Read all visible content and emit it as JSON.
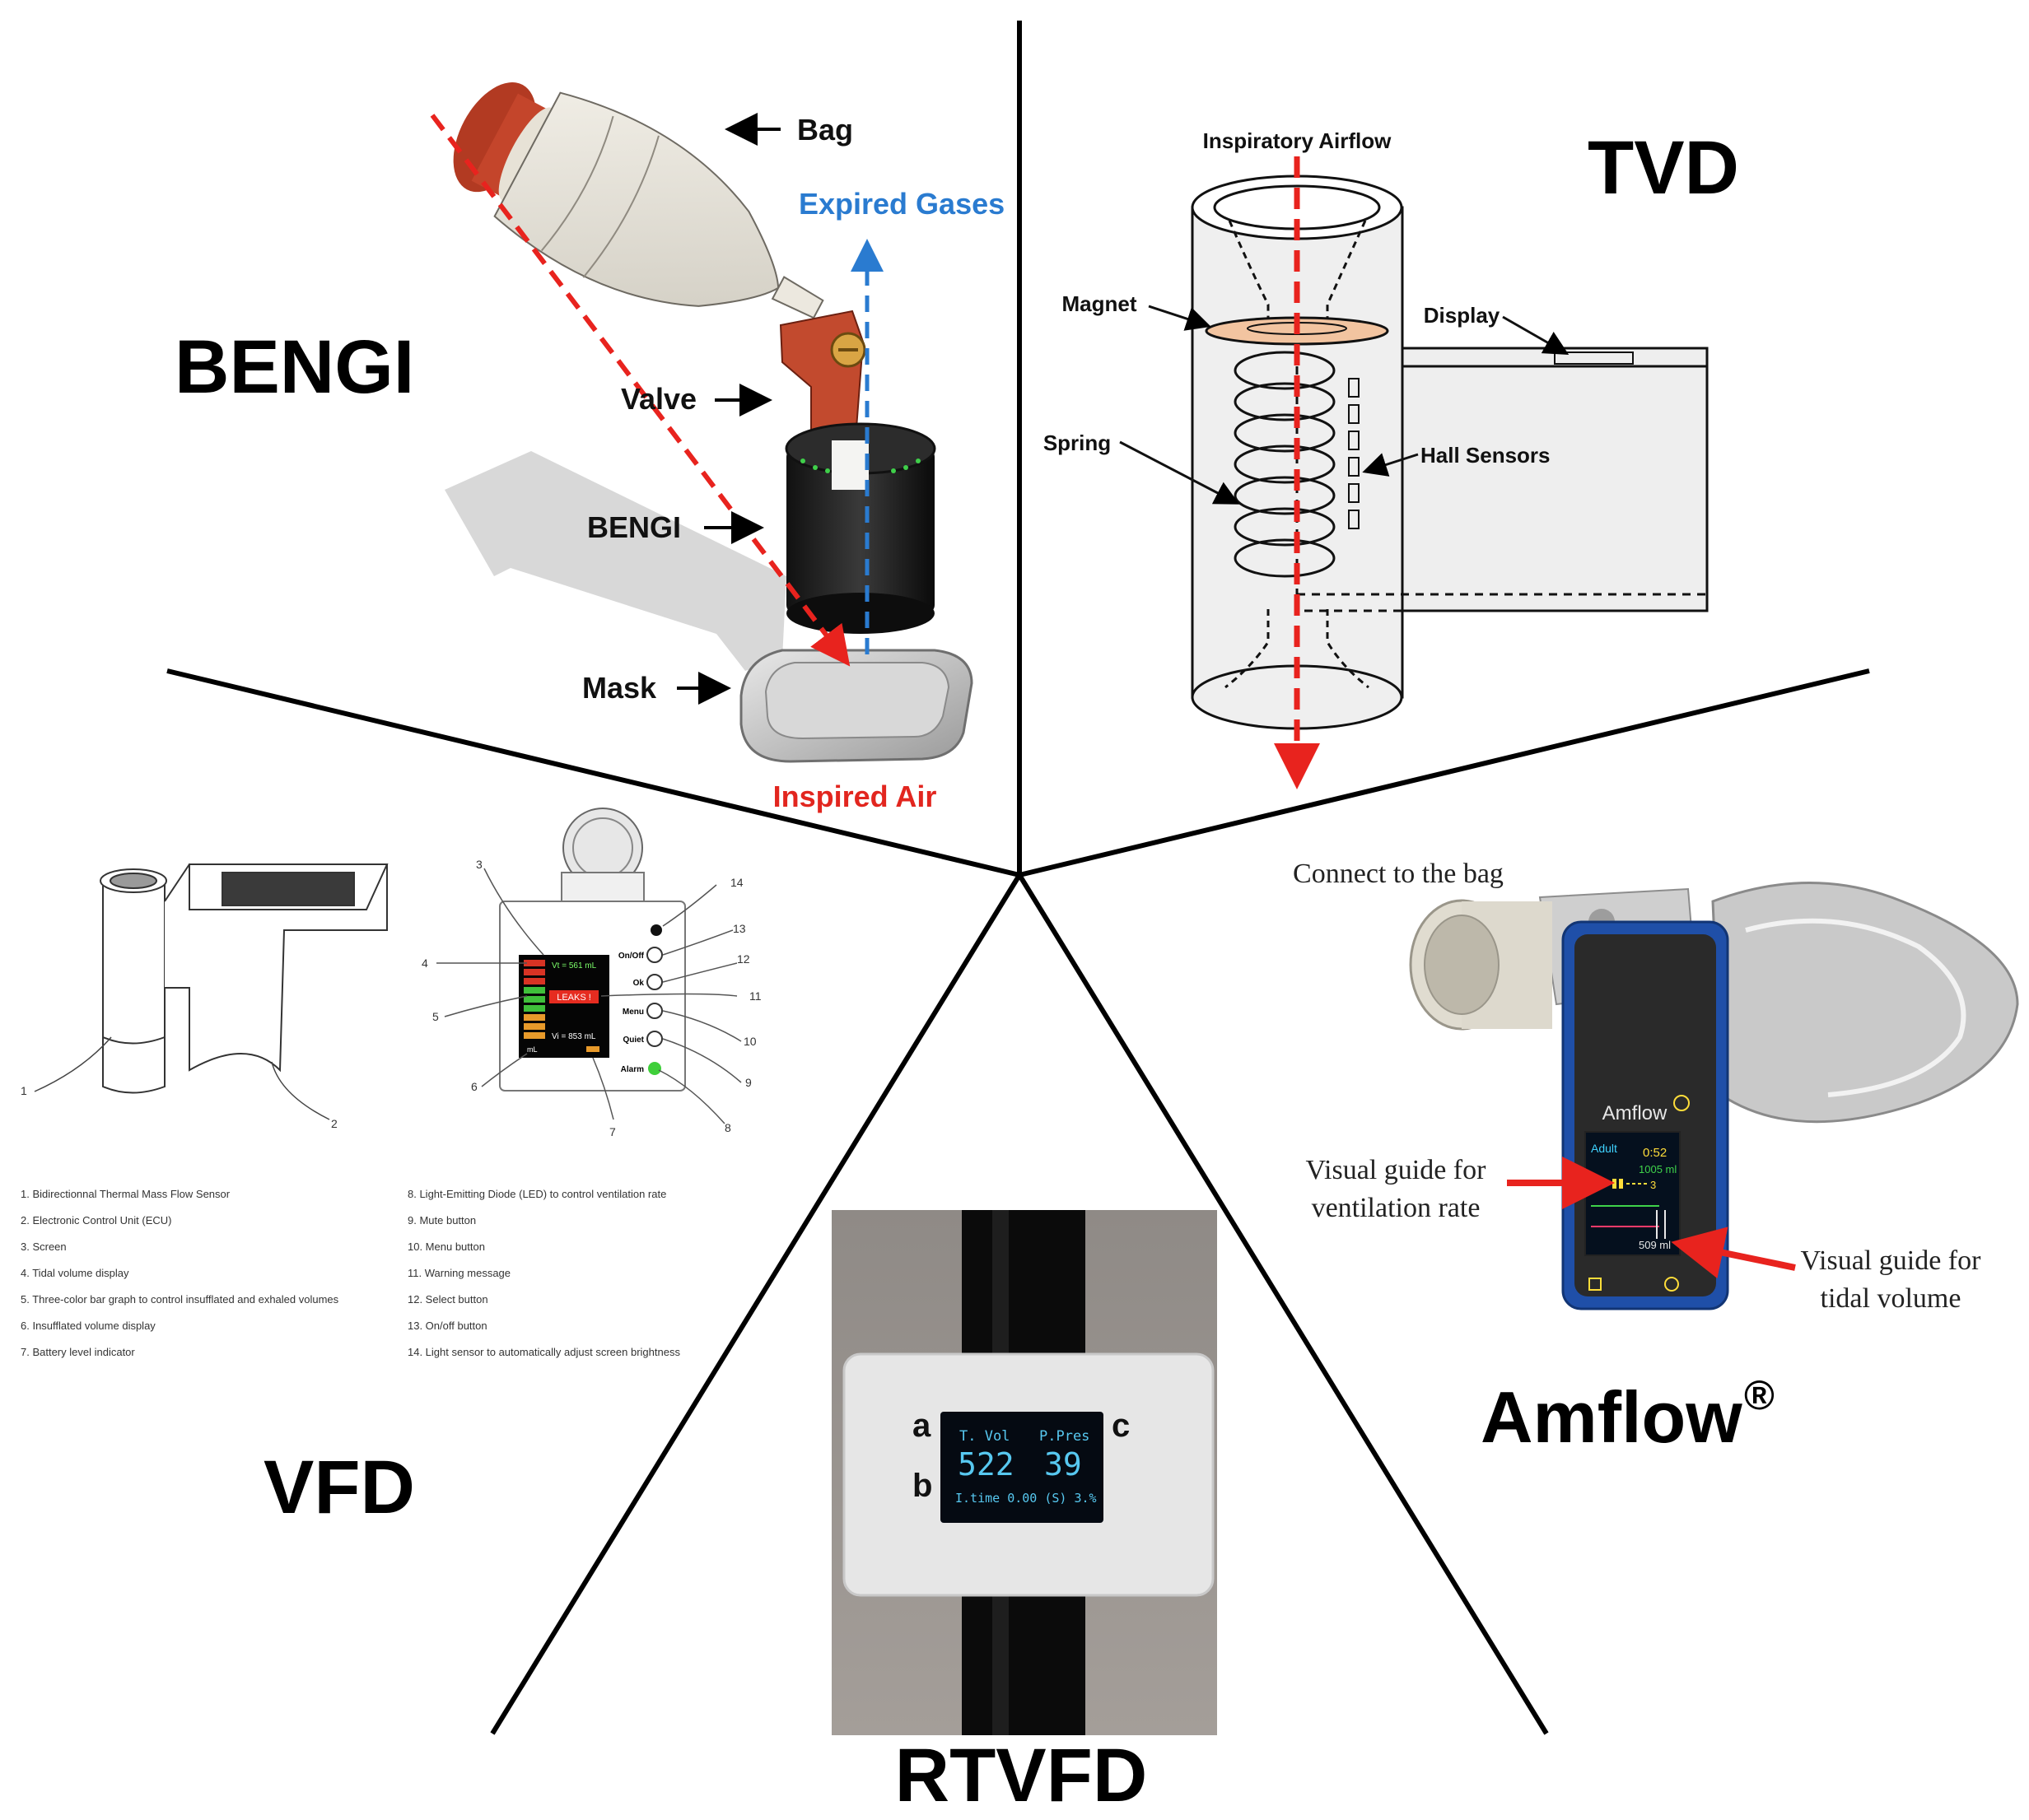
{
  "figure": {
    "sections": {
      "bengi": {
        "title": "BENGI",
        "labels": {
          "bag": "Bag",
          "expired_gases": "Expired Gases",
          "valve": "Valve",
          "bengi_device": "BENGI",
          "mask": "Mask",
          "inspired_air": "Inspired Air"
        }
      },
      "tvd": {
        "title": "TVD",
        "labels": {
          "inspiratory_airflow": "Inspiratory Airflow",
          "magnet": "Magnet",
          "display": "Display",
          "spring": "Spring",
          "hall_sensors": "Hall Sensors"
        }
      },
      "vfd": {
        "title": "VFD",
        "callout_numbers": [
          "1",
          "2",
          "3",
          "4",
          "5",
          "6",
          "7",
          "8",
          "9",
          "10",
          "11",
          "12",
          "13",
          "14"
        ],
        "screen": {
          "vt": "Vt = 561 mL",
          "warning": "LEAKS !",
          "vi": "Vi = 853 mL",
          "unit": "mL"
        },
        "buttons": [
          "On/Off",
          "Ok",
          "Menu",
          "Quiet",
          "Alarm"
        ],
        "legend_left": [
          "1. Bidirectionnal Thermal Mass Flow Sensor",
          "2. Electronic Control Unit (ECU)",
          "3. Screen",
          "4. Tidal volume display",
          "5. Three-color bar graph to control insufflated and exhaled volumes",
          "6. Insufflated volume display",
          "7. Battery level indicator"
        ],
        "legend_right": [
          "8. Light-Emitting Diode (LED) to control ventilation rate",
          "9. Mute button",
          "10. Menu button",
          "11. Warning message",
          "12. Select button",
          "13. On/off button",
          "14. Light sensor to automatically adjust screen brightness"
        ]
      },
      "rtvfd": {
        "title": "RTVFD",
        "letters": {
          "a": "a",
          "b": "b",
          "c": "c"
        },
        "screen": {
          "t_vol_label": "T. Vol",
          "p_pres_label": "P.Pres",
          "t_vol_value": "522",
          "p_pres_value": "39",
          "bottom_line": "I.time 0.00 (S) 3.%"
        }
      },
      "amflow": {
        "title": "Amflow",
        "title_sup": "®",
        "connect_label": "Connect to the bag",
        "guide_rate": [
          "Visual guide for",
          "ventilation rate"
        ],
        "guide_volume": [
          "Visual guide for",
          "tidal volume"
        ],
        "device": {
          "brand": "Amflow",
          "mode": "Adult",
          "time": "0:52",
          "volume_top": "1005 ml",
          "rate": "3",
          "volume_bottom": "509 ml"
        }
      }
    },
    "colors": {
      "red_arrow": "#e8231e",
      "blue_arrow": "#2a7bd0",
      "inspired_air_text": "#e2261f",
      "expired_gases_text": "#2a7bd0",
      "device_blue": "#1f4fa8",
      "magnet": "#f2c4a0"
    }
  }
}
